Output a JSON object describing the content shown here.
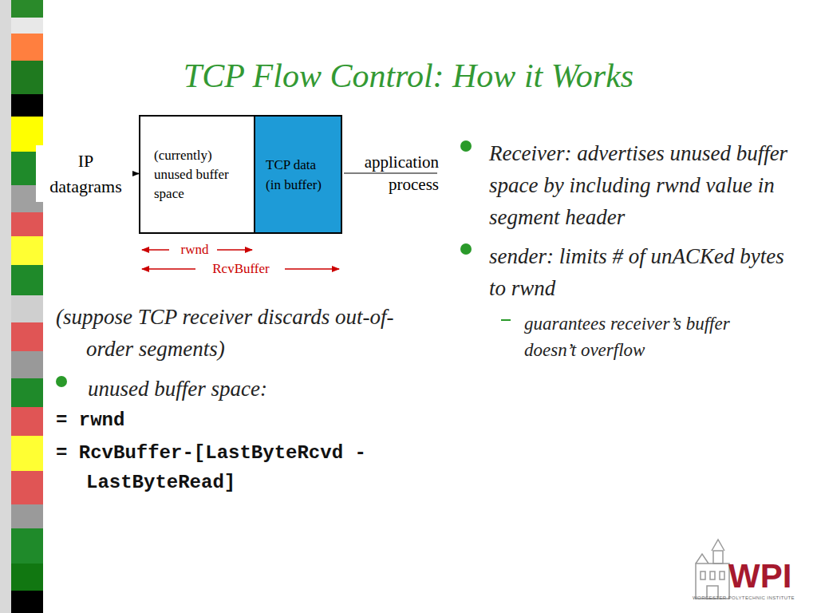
{
  "diagram": {
    "title": "TCP Flow Control: How it Works",
    "nodes": [
      {
        "text": [
          "IP datagrams"
        ]
      },
      {
        "text": [
          "(currently) unused buffer space"
        ]
      },
      {
        "text": [
          "TCP data (in buffer)"
        ]
      }
    ],
    "edges": [
      {
        "from": 0,
        "to": 1,
        "arrow": "to"
      }
    ],
    "labels": [
      "application process",
      "rwnd",
      "RcvBuffer",
      "(suppose TCP receiver discards out-of-order segments)",
      "unused buffer space:",
      "= rwnd",
      "= RcvBuffer-[LastByteRcvd - LastByteRead]",
      "Receiver: advertises unused buffer space by including rwnd value in segment header",
      "sender: limits # of unACKed bytes to rwnd",
      "guarantees receiver’s buffer doesn’t overflow",
      "WPI",
      "WORCESTER POLYTECHNIC INSTITUTE"
    ]
  }
}
